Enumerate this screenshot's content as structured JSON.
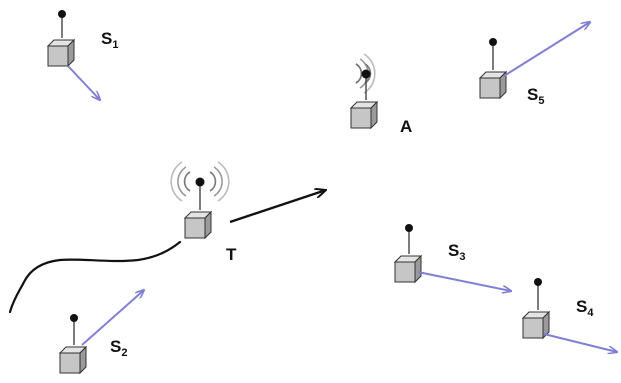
{
  "colors": {
    "background": "#ffffff",
    "node_face": "#c9c9c9",
    "node_top": "#e2e2e2",
    "node_side": "#9a9a9a",
    "node_outline": "#333333",
    "motion_arrow": "#7f7fd4",
    "target_arrow": "#111111",
    "trajectory": "#111111",
    "signal_waves": "#777777"
  },
  "nodes": [
    {
      "id": "s1",
      "label_base": "S",
      "label_sub": "1",
      "node_type": "sensor",
      "moving": true
    },
    {
      "id": "s2",
      "label_base": "S",
      "label_sub": "2",
      "node_type": "sensor",
      "moving": true
    },
    {
      "id": "s3",
      "label_base": "S",
      "label_sub": "3",
      "node_type": "sensor",
      "moving": true
    },
    {
      "id": "s4",
      "label_base": "S",
      "label_sub": "4",
      "node_type": "sensor",
      "moving": true
    },
    {
      "id": "s5",
      "label_base": "S",
      "label_sub": "5",
      "node_type": "sensor",
      "moving": true
    },
    {
      "id": "a",
      "label_base": "A",
      "label_sub": "",
      "node_type": "anchor",
      "moving": false,
      "icon": "broadcast-waves-icon"
    },
    {
      "id": "t",
      "label_base": "T",
      "label_sub": "",
      "node_type": "target",
      "moving": true,
      "icon": "broadcast-waves-icon"
    }
  ]
}
